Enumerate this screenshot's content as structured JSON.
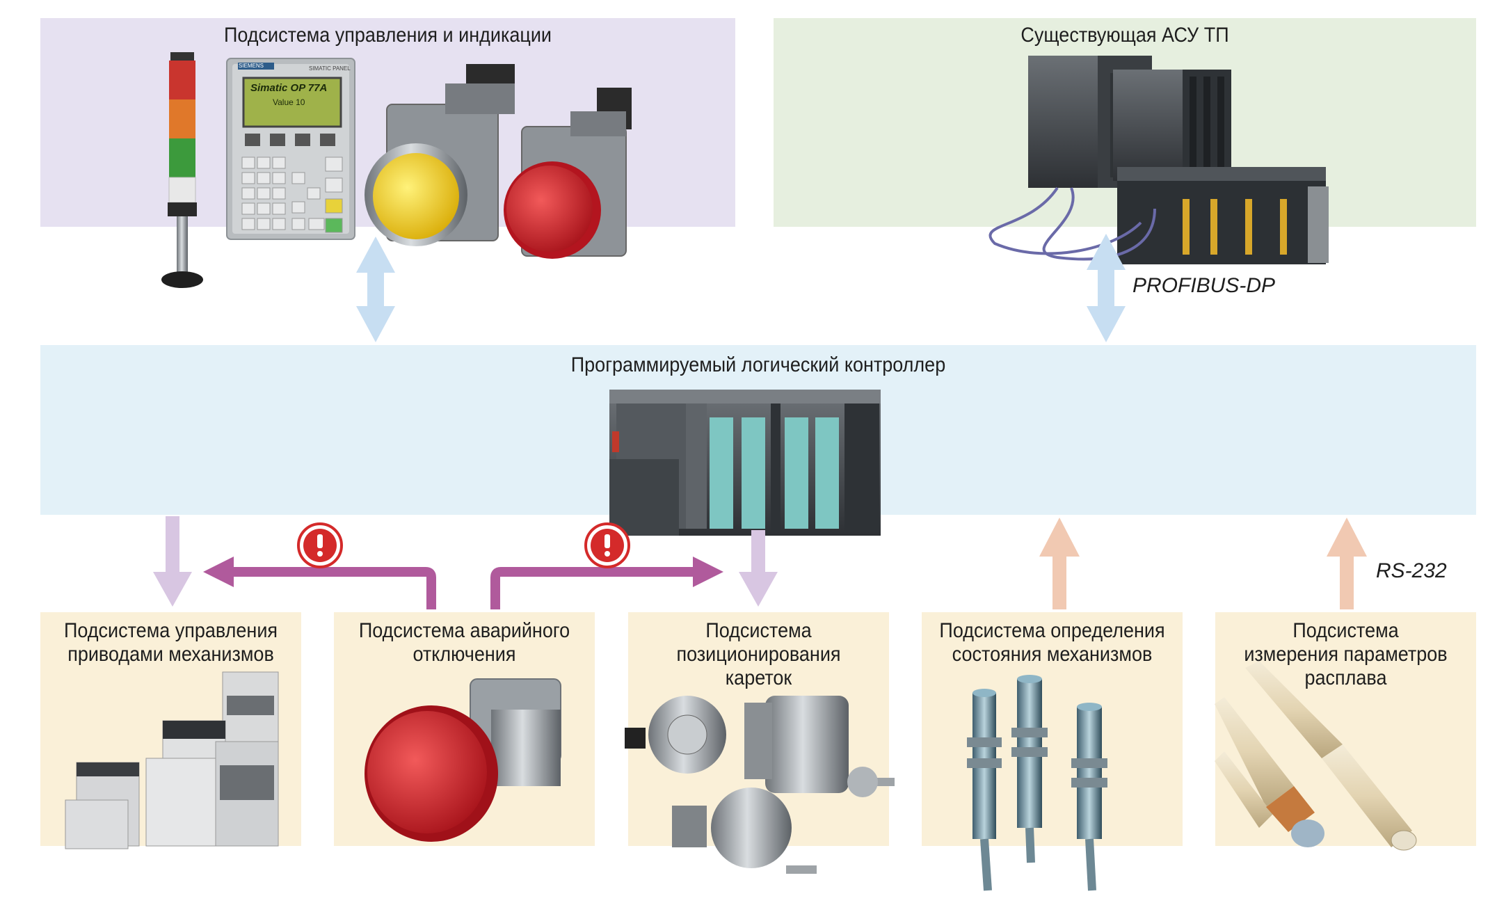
{
  "top_left": {
    "title": "Подсистема управления и индикации"
  },
  "top_right": {
    "title": "Существующая АСУ ТП"
  },
  "plc": {
    "title": "Программируемый логический контроллер"
  },
  "profibus_label": "PROFIBUS-DP",
  "rs232_label": "RS-232",
  "operator_panel": {
    "brand": "SIEMENS",
    "panel_label": "SIMATIC PANEL",
    "screen_line1": "Simatic OP 77A",
    "screen_line2": "Value 10"
  },
  "bottom": [
    {
      "title_line1": "Подсистема управления",
      "title_line2": "приводами механизмов",
      "title_line3": ""
    },
    {
      "title_line1": "Подсистема аварийного",
      "title_line2": "отключения",
      "title_line3": ""
    },
    {
      "title_line1": "Подсистема",
      "title_line2": "позиционирования",
      "title_line3": "кареток"
    },
    {
      "title_line1": "Подсистема определения",
      "title_line2": "состояния механизмов",
      "title_line3": ""
    },
    {
      "title_line1": "Подсистема",
      "title_line2": "измерения параметров",
      "title_line3": "расплава"
    }
  ],
  "colors": {
    "top_left_bg": "#e6e1f1",
    "top_right_bg": "#e6efdf",
    "plc_bg": "#e3f1f8",
    "bottom_bg": "#faf0d8",
    "bidir_arrow": "#c7def2",
    "down_arrow": "#d8c6e2",
    "up_arrow": "#f1c9b2",
    "emergency_line": "#b05a9c",
    "warning_red": "#d42a2a"
  }
}
